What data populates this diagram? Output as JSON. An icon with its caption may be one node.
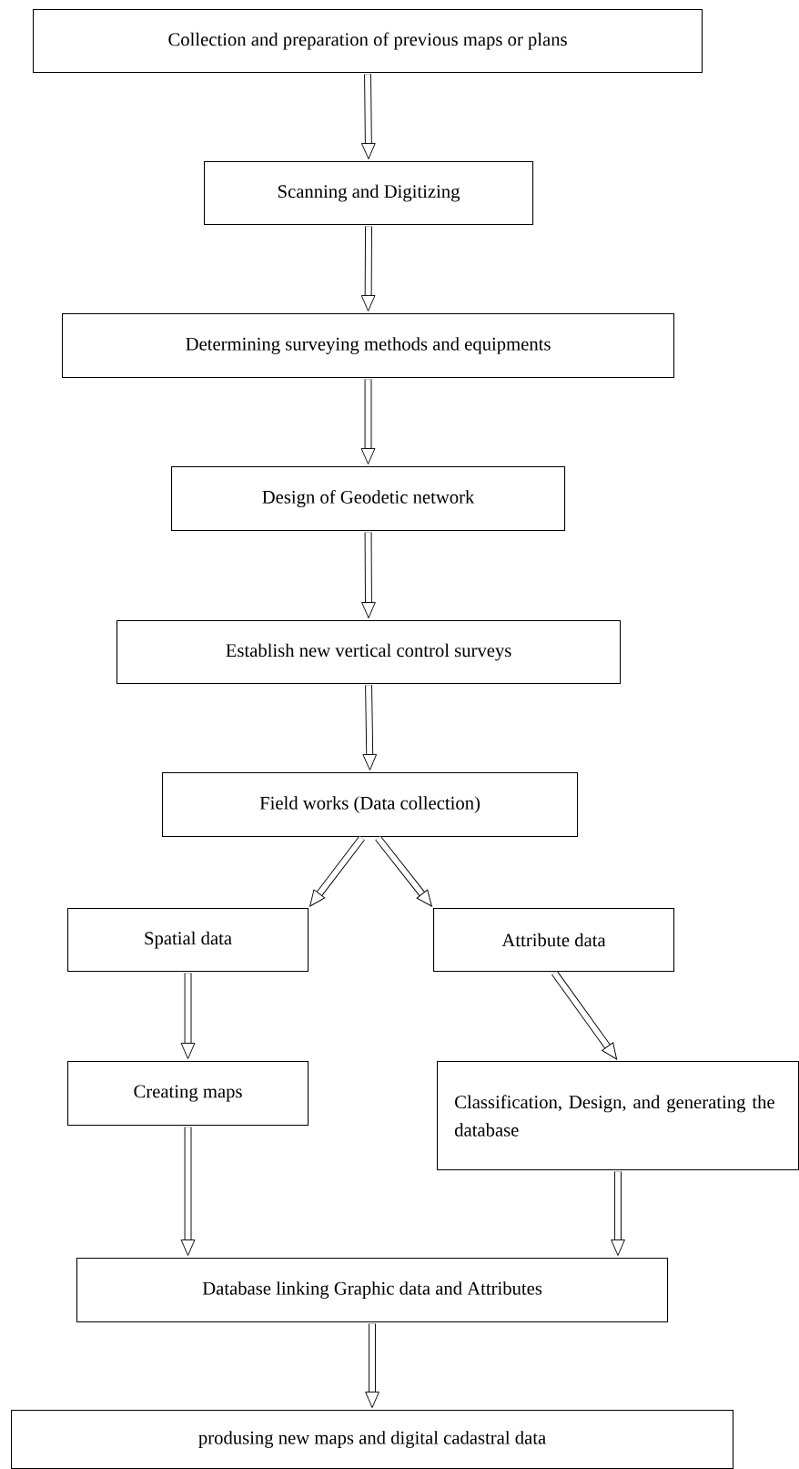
{
  "diagram": {
    "nodes": [
      {
        "text": [
          "Collection and preparation of previous maps or plans"
        ]
      },
      {
        "text": [
          "Scanning and Digitizing"
        ]
      },
      {
        "text": [
          "Determining surveying methods and equipments"
        ]
      },
      {
        "text": [
          "Design of Geodetic network"
        ]
      },
      {
        "text": [
          "Establish new vertical control surveys"
        ]
      },
      {
        "text": [
          "Field works (Data collection)"
        ]
      },
      {
        "text": [
          "Spatial data"
        ]
      },
      {
        "text": [
          "Attribute data"
        ]
      },
      {
        "text": [
          "Creating maps"
        ]
      },
      {
        "text": [
          "Classification, Design, and generating the database"
        ]
      },
      {
        "text": [
          "Database linking Graphic data and Attributes"
        ]
      },
      {
        "text": [
          "produsing new maps and digital cadastral data"
        ]
      }
    ],
    "edges": [
      {
        "from": 0,
        "to": 1,
        "arrow": "to"
      },
      {
        "from": 1,
        "to": 2,
        "arrow": "to"
      },
      {
        "from": 2,
        "to": 3,
        "arrow": "to"
      },
      {
        "from": 3,
        "to": 4,
        "arrow": "to"
      },
      {
        "from": 4,
        "to": 5,
        "arrow": "to"
      },
      {
        "from": 5,
        "to": 6,
        "arrow": "to"
      },
      {
        "from": 5,
        "to": 7,
        "arrow": "to"
      },
      {
        "from": 6,
        "to": 8,
        "arrow": "to"
      },
      {
        "from": 7,
        "to": 9,
        "arrow": "to"
      },
      {
        "from": 8,
        "to": 10,
        "arrow": "to"
      },
      {
        "from": 9,
        "to": 10,
        "arrow": "to"
      },
      {
        "from": 10,
        "to": 11,
        "arrow": "to"
      }
    ]
  }
}
